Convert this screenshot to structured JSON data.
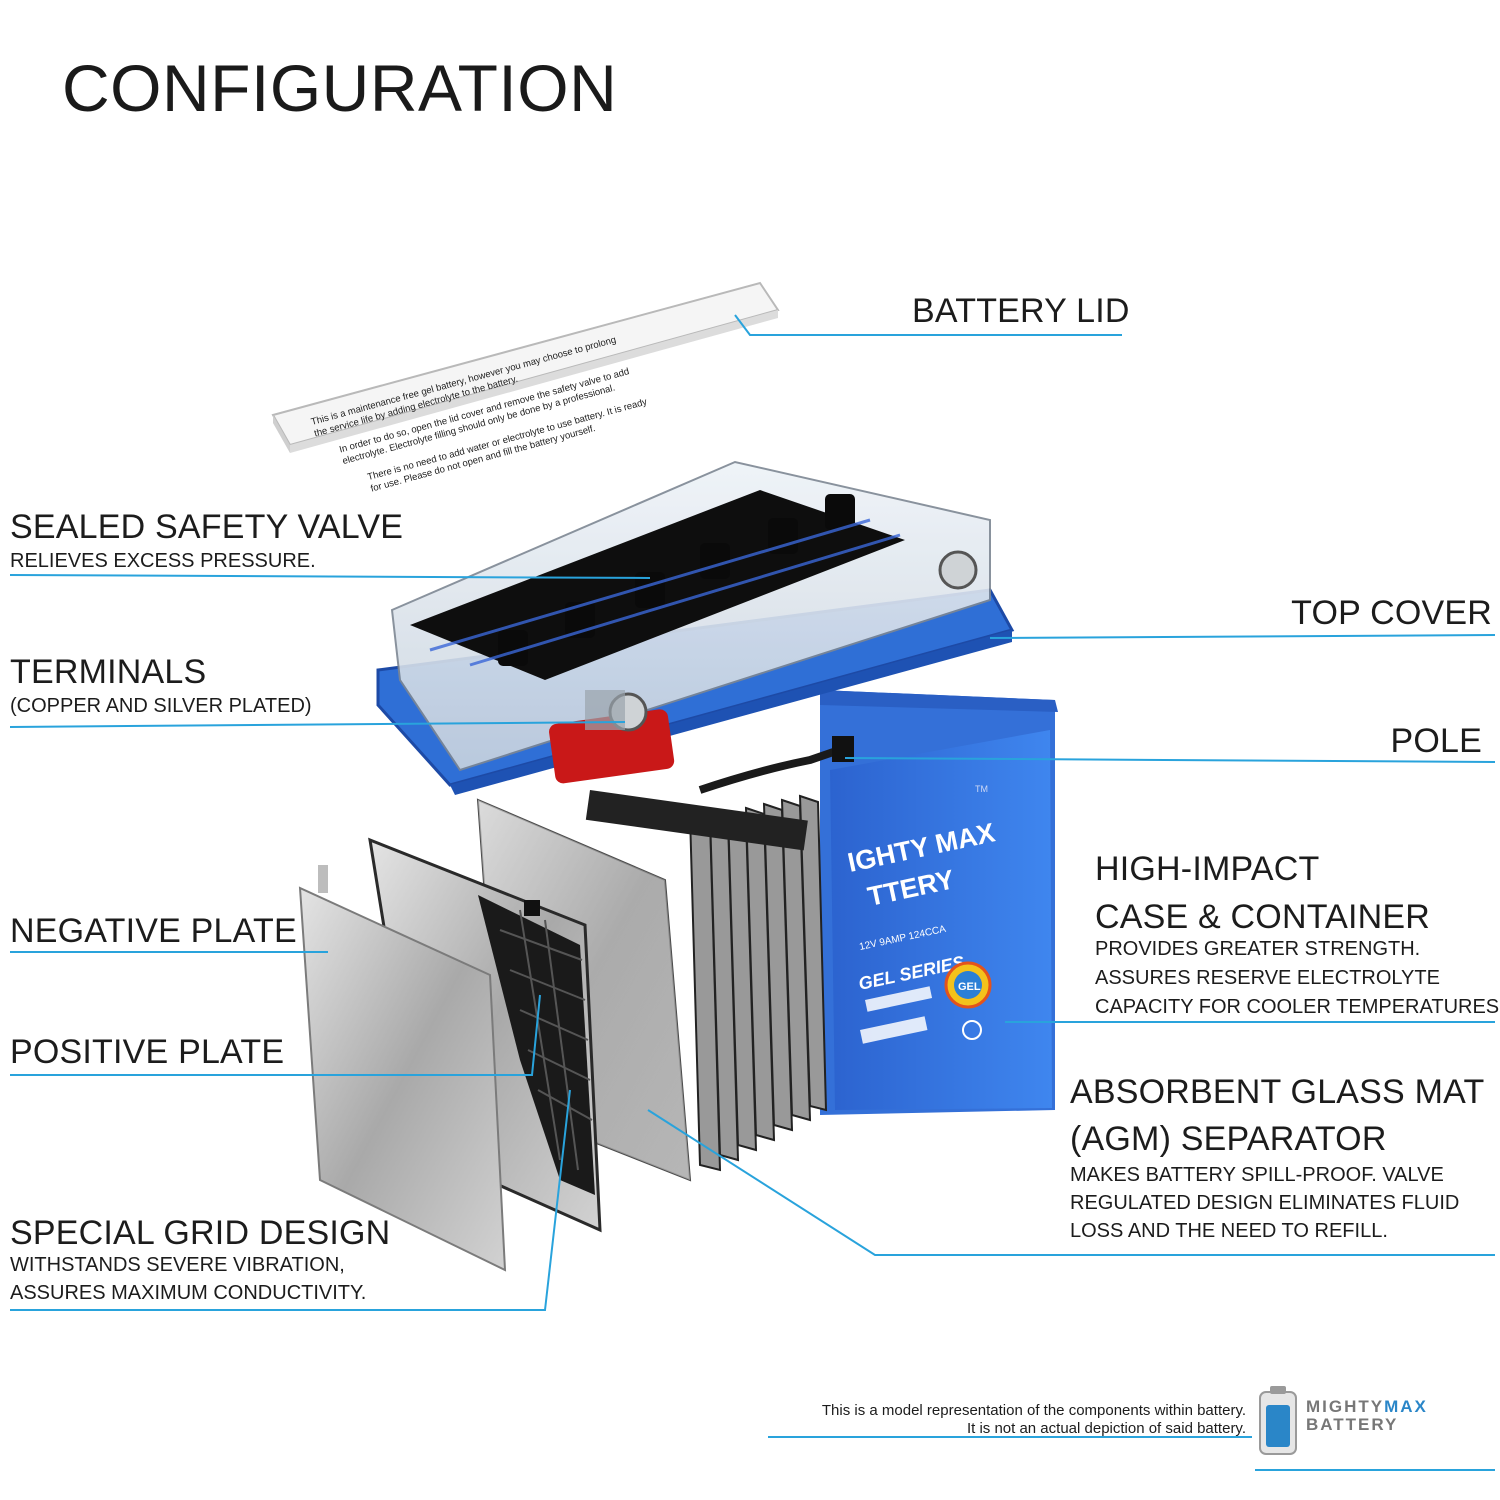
{
  "title": "CONFIGURATION",
  "labels": {
    "battery_lid": "BATTERY LID",
    "sealed_safety_valve": {
      "title": "SEALED SAFETY VALVE",
      "desc": "RELIEVES EXCESS PRESSURE."
    },
    "top_cover": "TOP COVER",
    "terminals": {
      "title": "TERMINALS",
      "desc": "(COPPER AND SILVER PLATED)"
    },
    "pole": "POLE",
    "high_impact": {
      "title_line1": "HIGH-IMPACT",
      "title_line2": "CASE & CONTAINER",
      "desc_line1": "PROVIDES GREATER STRENGTH.",
      "desc_line2": "ASSURES RESERVE ELECTROLYTE",
      "desc_line3": "CAPACITY FOR COOLER TEMPERATURES."
    },
    "negative_plate": "NEGATIVE PLATE",
    "positive_plate": "POSITIVE PLATE",
    "agm": {
      "title_line1": "ABSORBENT GLASS MAT",
      "title_line2": "(AGM) SEPARATOR",
      "desc_line1": "MAKES BATTERY SPILL-PROOF. VALVE",
      "desc_line2": "REGULATED DESIGN ELIMINATES FLUID",
      "desc_line3": "LOSS AND THE NEED TO REFILL."
    },
    "special_grid": {
      "title": "SPECIAL GRID DESIGN",
      "desc_line1": "WITHSTANDS SEVERE VIBRATION,",
      "desc_line2": "ASSURES MAXIMUM CONDUCTIVITY."
    }
  },
  "lid_card_text": [
    "This is a maintenance free gel battery, however you may choose to prolong",
    "the service life by adding electrolyte to the battery.",
    "In order to do so, open the lid cover and remove the safety valve to add",
    "electrolyte. Electrolyte filling should only be done by a professional.",
    "There is no need to add water or electrolyte to use battery. It is ready",
    "for use. Please do not open and fill the battery yourself."
  ],
  "battery_print": {
    "brand_line1": "IGHTY MAX",
    "brand_line2": "TTERY",
    "spec": "12V 9AMP 124CCA",
    "series": "GEL SERIES",
    "gel_badge": "GEL",
    "tm": "TM"
  },
  "disclaimer": {
    "line1": "This is a model representation of the components within battery.",
    "line2": "It is not an actual depiction of said battery."
  },
  "logo": {
    "line1_a": "MIGHTY",
    "line1_b": "MAX",
    "line2": "BATTERY"
  },
  "colors": {
    "leader": "#29a3dc",
    "case_blue": "#2f6fd6",
    "text": "#1c1c1c"
  }
}
